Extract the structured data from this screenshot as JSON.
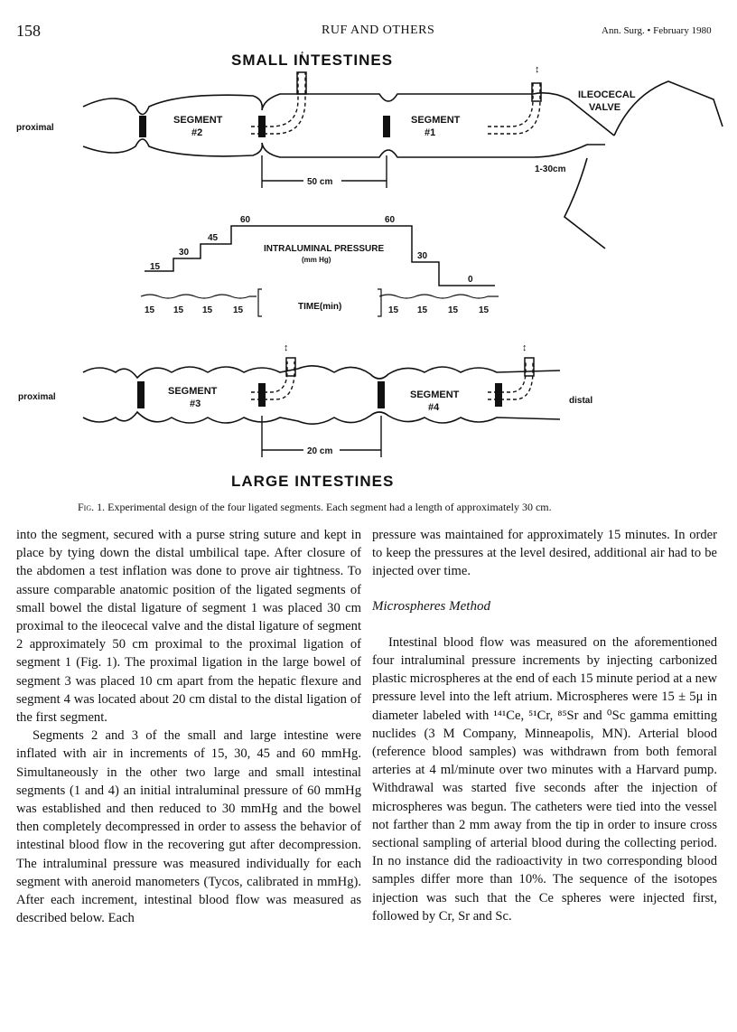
{
  "header": {
    "page_number": "158",
    "running_title": "RUF AND OTHERS",
    "journal": "Ann. Surg. • February 1980"
  },
  "figure": {
    "title_top": "SMALL INTESTINES",
    "title_bottom": "LARGE INTESTINES",
    "proximal_top": "proximal",
    "segment2": "SEGMENT",
    "segment2_num": "#2",
    "segment1": "SEGMENT",
    "segment1_num": "#1",
    "ileocecal": "ILEOCECAL",
    "valve": "VALVE",
    "dist_top": "50 cm",
    "valve_dist": "1-30cm",
    "pressure_label": "INTRALUMINAL PRESSURE",
    "pressure_unit": "(mm Hg)",
    "pressure_steps_up": [
      "15",
      "30",
      "45",
      "60"
    ],
    "pressure_steps_down": [
      "60",
      "30",
      "0"
    ],
    "time_label": "TIME(min)",
    "time_left": [
      "15",
      "15",
      "15",
      "15"
    ],
    "time_right": [
      "15",
      "15",
      "15",
      "15"
    ],
    "proximal_bottom": "proximal",
    "segment3": "SEGMENT",
    "segment3_num": "#3",
    "segment4": "SEGMENT",
    "segment4_num": "#4",
    "distal": "distal",
    "dist_bottom": "20 cm"
  },
  "caption": {
    "label": "Fig. 1.",
    "text": "Experimental design of the four ligated segments. Each segment had a length of approximately 30 cm."
  },
  "left_column": [
    "into the segment, secured with a purse string suture and kept in place by tying down the distal umbilical tape. After closure of the abdomen a test inflation was done to prove air tightness. To assure comparable anatomic position of the ligated segments of small bowel the distal ligature of segment 1 was placed 30 cm proximal to the ileocecal valve and the distal ligature of segment 2 approximately 50 cm proximal to the proximal ligation of segment 1 (Fig. 1). The proximal ligation in the large bowel of segment 3 was placed 10 cm apart from the hepatic flexure and segment 4 was located about 20 cm distal to the distal ligation of the first segment.",
    "Segments 2 and 3 of the small and large intestine were inflated with air in increments of 15, 30, 45 and 60 mmHg. Simultaneously in the other two large and small intestinal segments (1 and 4) an initial intraluminal pressure of 60 mmHg was established and then reduced to 30 mmHg and the bowel then completely decompressed in order to assess the behavior of intestinal blood flow in the recovering gut after decompression. The intraluminal pressure was measured individually for each segment with aneroid manometers (Tycos, calibrated in mmHg). After each increment, intestinal blood flow was measured as described below. Each"
  ],
  "right_column": {
    "para1": "pressure was maintained for approximately 15 minutes. In order to keep the pressures at the level desired, additional air had to be injected over time.",
    "heading": "Microspheres Method",
    "para2": "Intestinal blood flow was measured on the aforementioned four intraluminal pressure increments by injecting carbonized plastic microspheres at the end of each 15 minute period at a new pressure level into the left atrium. Microspheres were 15 ± 5μ in diameter labeled with ¹⁴¹Ce, ⁵¹Cr, ⁸⁵Sr and ⁰Sc gamma emitting nuclides (3 M Company, Minneapolis, MN). Arterial blood (reference blood samples) was withdrawn from both femoral arteries at 4 ml/minute over two minutes with a Harvard pump. Withdrawal was started five seconds after the injection of microspheres was begun. The catheters were tied into the vessel not farther than 2 mm away from the tip in order to insure cross sectional sampling of arterial blood during the collecting period. In no instance did the radioactivity in two corresponding blood samples differ more than 10%. The sequence of the isotopes injection was such that the Ce spheres were injected first, followed by Cr, Sr and Sc."
  }
}
